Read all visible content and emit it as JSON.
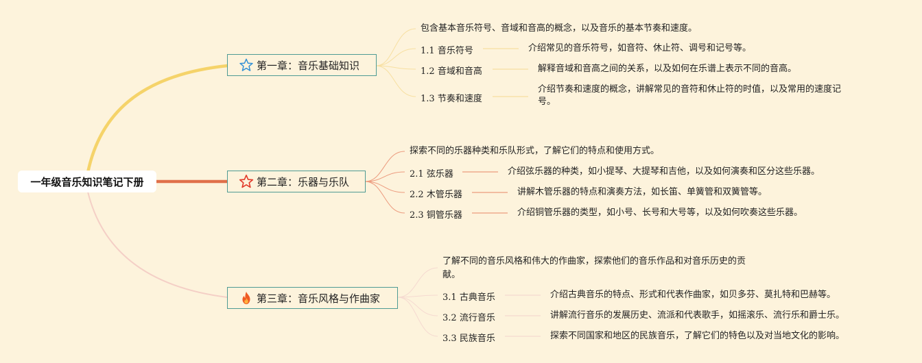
{
  "root": {
    "label": "一年级音乐知识笔记下册"
  },
  "colors": {
    "background": "#fdf3dc",
    "branch_1": "#f5d36a",
    "branch_2": "#e0704a",
    "branch_3": "#f4cfc6",
    "node_border": "#4d9a93"
  },
  "chapters": [
    {
      "title": "第一章：音乐基础知识",
      "icon": "star-outline-blue-icon",
      "summary": "包含基本音乐符号、音域和音高的概念，以及音乐的基本节奏和速度。",
      "sections": [
        {
          "num": "1.1",
          "title": "音乐符号",
          "desc": "介绍常见的音乐符号，如音符、休止符、调号和记号等。"
        },
        {
          "num": "1.2",
          "title": "音域和音高",
          "desc": "解释音域和音高之间的关系，以及如何在乐谱上表示不同的音高。"
        },
        {
          "num": "1.3",
          "title": "节奏和速度",
          "desc_lines": [
            "介绍节奏和速度的概念，讲解常见的音符和休止符的时值，以及常用的速度记",
            "号。"
          ]
        }
      ]
    },
    {
      "title": "第二章：乐器与乐队",
      "icon": "star-outline-red-icon",
      "summary": "探索不同的乐器种类和乐队形式，了解它们的特点和使用方式。",
      "sections": [
        {
          "num": "2.1",
          "title": "弦乐器",
          "desc": "介绍弦乐器的种类，如小提琴、大提琴和吉他，以及如何演奏和区分这些乐器。"
        },
        {
          "num": "2.2",
          "title": "木管乐器",
          "desc": "讲解木管乐器的特点和演奏方法，如长笛、单簧管和双簧管等。"
        },
        {
          "num": "2.3",
          "title": "铜管乐器",
          "desc": "介绍铜管乐器的类型，如小号、长号和大号等，以及如何吹奏这些乐器。"
        }
      ]
    },
    {
      "title": "第三章：音乐风格与作曲家",
      "icon": "fire-icon",
      "summary_lines": [
        "了解不同的音乐风格和伟大的作曲家，探索他们的音乐作品和对音乐历史的贡",
        "献。"
      ],
      "sections": [
        {
          "num": "3.1",
          "title": "古典音乐",
          "desc": "介绍古典音乐的特点、形式和代表作曲家，如贝多芬、莫扎特和巴赫等。"
        },
        {
          "num": "3.2",
          "title": "流行音乐",
          "desc": "讲解流行音乐的发展历史、流派和代表歌手，如摇滚乐、流行乐和爵士乐。"
        },
        {
          "num": "3.3",
          "title": "民族音乐",
          "desc": "探索不同国家和地区的民族音乐，了解它们的特色以及对当地文化的影响。"
        }
      ]
    }
  ]
}
